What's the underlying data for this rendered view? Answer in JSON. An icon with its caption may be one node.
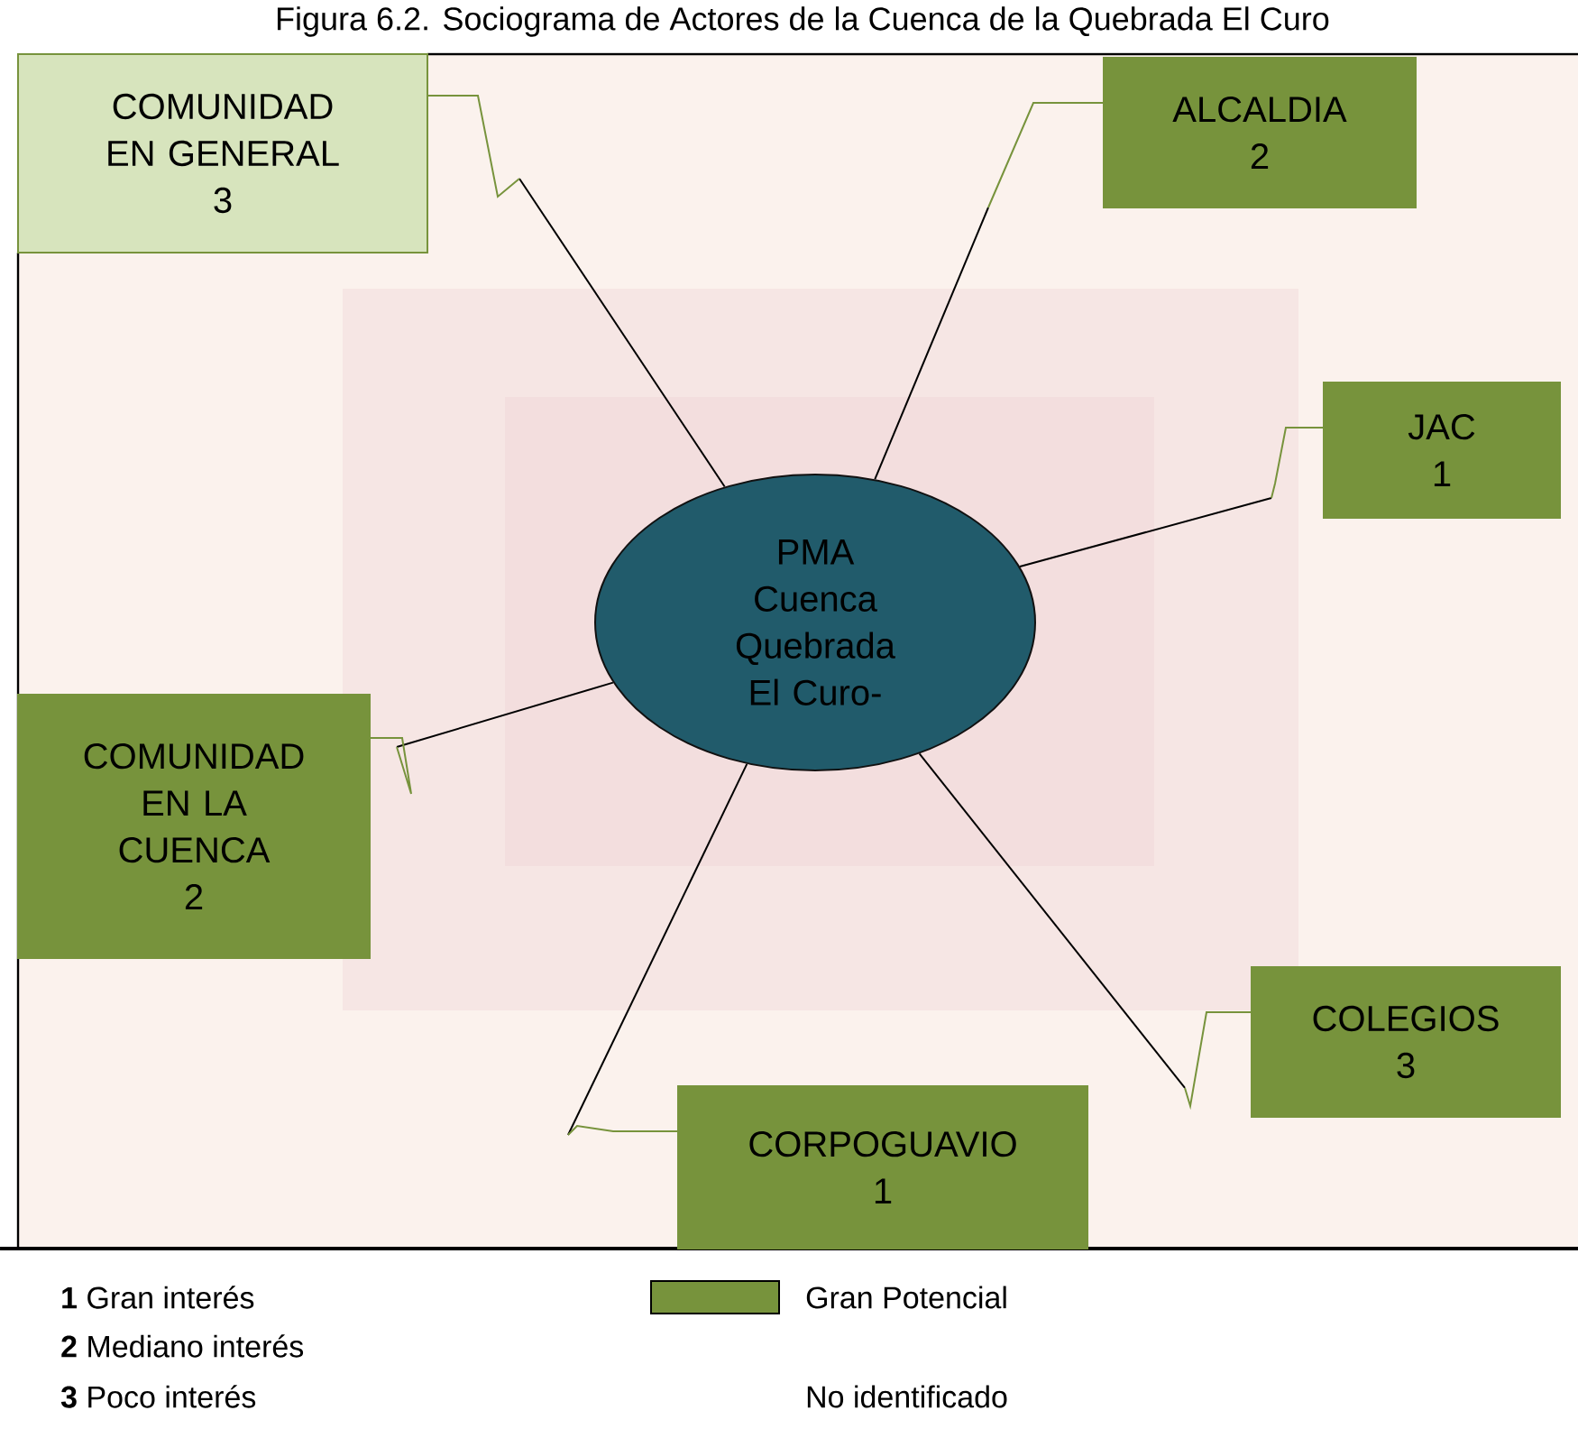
{
  "diagram": {
    "title": "Figura 6.2. Sociograma de Actores de la Cuenca de la Quebrada El Curo",
    "nodes": [
      {
        "text": [
          "COMUNIDAD EN GENERAL",
          "3"
        ]
      },
      {
        "text": [
          "ALCALDIA",
          "2"
        ]
      },
      {
        "text": [
          "JAC",
          "1"
        ]
      },
      {
        "text": [
          "PMA Cuenca Quebrada El Curo-"
        ]
      },
      {
        "text": [
          "COMUNIDAD EN LA CUENCA",
          "2"
        ]
      },
      {
        "text": [
          "COLEGIOS",
          "3"
        ]
      },
      {
        "text": [
          "CORPOGUAVIO",
          "1"
        ]
      }
    ],
    "edges": [
      {
        "from": 3,
        "to": 0,
        "arrow": "none"
      },
      {
        "from": 3,
        "to": 1,
        "arrow": "none"
      },
      {
        "from": 3,
        "to": 2,
        "arrow": "none"
      },
      {
        "from": 3,
        "to": 4,
        "arrow": "none"
      },
      {
        "from": 3,
        "to": 5,
        "arrow": "none"
      },
      {
        "from": 3,
        "to": 6,
        "arrow": "none"
      }
    ],
    "labels": [
      "**1** Gran interés",
      "**2** Mediano interés",
      "**3** Poco interés"
    ],
    "legend": [
      {
        "text": "Gran Potencial",
        "color": "#77933c"
      },
      {
        "text": "No identificado"
      }
    ]
  }
}
